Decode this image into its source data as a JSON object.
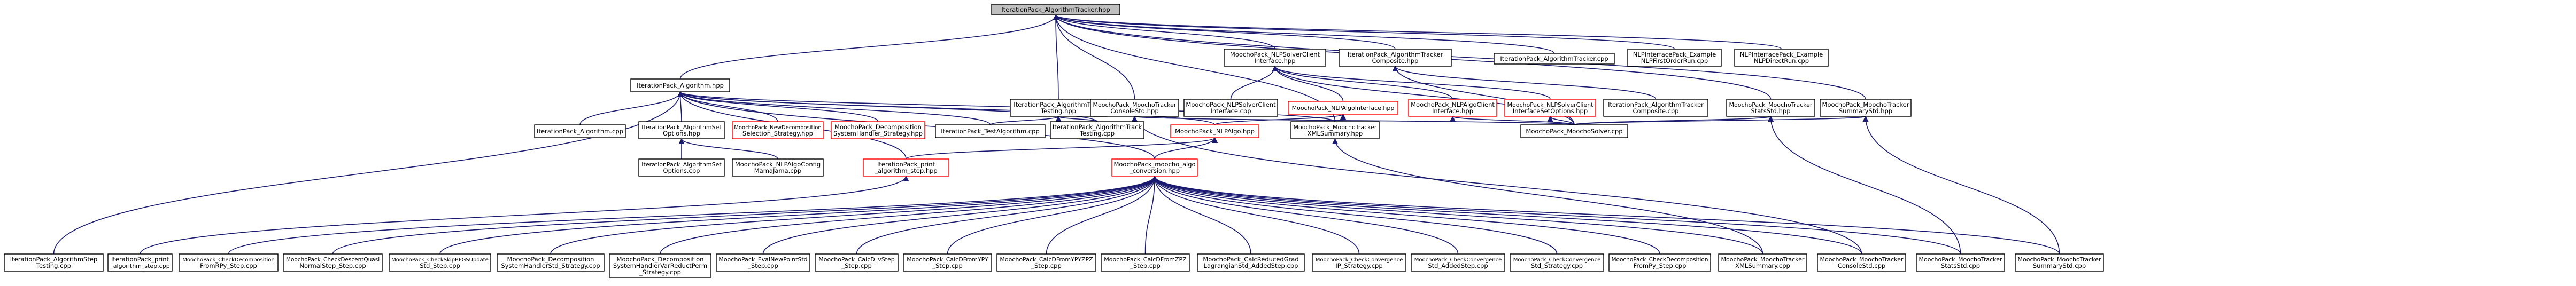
{
  "graph": {
    "colors": {
      "edge": "#191970",
      "box_border": "#000000",
      "red_border": "#ff0000",
      "root_fill": "#bfbfbf"
    },
    "nodes": [
      {
        "id": "root",
        "style": "root",
        "lines": [
          "IterationPack_AlgorithmTracker.hpp"
        ]
      },
      {
        "id": "alg_hpp",
        "style": "normal",
        "lines": [
          "IterationPack_Algorithm.hpp"
        ]
      },
      {
        "id": "nlpsolver_iface",
        "style": "normal",
        "lines": [
          "MoochoPack_NLPSolverClient",
          "Interface.hpp"
        ]
      },
      {
        "id": "track_composite_hpp",
        "style": "normal",
        "lines": [
          "IterationPack_AlgorithmTracker",
          "Composite.hpp"
        ]
      },
      {
        "id": "alg_tracker_cpp",
        "style": "normal",
        "lines": [
          "IterationPack_AlgorithmTracker.cpp"
        ]
      },
      {
        "id": "nlp_first_deriv",
        "style": "normal",
        "lines": [
          "NLPInterfacePack_Example",
          "NLPFirstOrderRun.cpp"
        ]
      },
      {
        "id": "nlp_direct",
        "style": "normal",
        "lines": [
          "NLPInterfacePack_Example",
          "NLPDirectRun.cpp"
        ]
      },
      {
        "id": "track_testing_hpp",
        "style": "normal",
        "lines": [
          "IterationPack_AlgorithmTrack",
          "Testing.hpp"
        ]
      },
      {
        "id": "console_std_hpp",
        "style": "normal",
        "lines": [
          "MoochoPack_MoochoTracker",
          "ConsoleStd.hpp"
        ]
      },
      {
        "id": "nlpsolver_iface_cpp",
        "style": "normal",
        "lines": [
          "MoochoPack_NLPSolverClient",
          "Interface.cpp"
        ]
      },
      {
        "id": "nlpalg_iface_hpp",
        "style": "red",
        "lines": [
          "MoochoPack_NLPAlgoInterface.hpp"
        ]
      },
      {
        "id": "nlpalgo_iface_hpp",
        "style": "red",
        "lines": [
          "MoochoPack_NLPAlgoClient",
          "Interface.hpp"
        ]
      },
      {
        "id": "nlpsolver_setopts_hpp",
        "style": "red",
        "lines": [
          "MoochoPack_NLPSolverClient",
          "InterfaceSetOptions.hpp"
        ]
      },
      {
        "id": "track_composite_cpp",
        "style": "normal",
        "lines": [
          "IterationPack_AlgorithmTracker",
          "Composite.cpp"
        ]
      },
      {
        "id": "stats_std_hpp",
        "style": "normal",
        "lines": [
          "MoochoPack_MoochoTracker",
          "StatsStd.hpp"
        ]
      },
      {
        "id": "summary_std_hpp",
        "style": "normal",
        "lines": [
          "MoochoPack_MoochoTracker",
          "SummaryStd.hpp"
        ]
      },
      {
        "id": "alg_cpp",
        "style": "normal",
        "lines": [
          "IterationPack_Algorithm.cpp"
        ]
      },
      {
        "id": "set_options_hpp",
        "style": "normal",
        "lines": [
          "IterationPack_AlgorithmSet",
          "Options.hpp"
        ]
      },
      {
        "id": "new_decomp",
        "style": "red",
        "lines": [
          "MoochoPack_NewDecomposition",
          "Selection_Strategy.hpp"
        ]
      },
      {
        "id": "decomp_sys",
        "style": "red",
        "lines": [
          "MoochoPack_Decomposition",
          "SystemHandler_Strategy.hpp"
        ]
      },
      {
        "id": "test_alg_cpp",
        "style": "normal",
        "lines": [
          "IterationPack_TestAlgorithm.cpp"
        ]
      },
      {
        "id": "track_testing_cpp",
        "style": "normal",
        "lines": [
          "IterationPack_AlgorithmTrack",
          "Testing.cpp"
        ]
      },
      {
        "id": "nlpalgo_hpp",
        "style": "red",
        "lines": [
          "MoochoPack_NLPAlgo.hpp"
        ]
      },
      {
        "id": "xml_summary_hpp",
        "style": "normal",
        "lines": [
          "MoochoPack_MoochoTracker",
          "XMLSummary.hpp"
        ]
      },
      {
        "id": "moocho_solver_cpp",
        "style": "normal",
        "lines": [
          "MoochoPack_MoochoSolver.cpp"
        ]
      },
      {
        "id": "set_options_cpp",
        "style": "normal",
        "lines": [
          "IterationPack_AlgorithmSet",
          "Options.cpp"
        ]
      },
      {
        "id": "nlpalgo_config",
        "style": "normal",
        "lines": [
          "MoochoPack_NLPAlgoConfig",
          "MamaJama.cpp"
        ]
      },
      {
        "id": "print_step_hpp",
        "style": "red",
        "lines": [
          "IterationPack_print",
          "_algorithm_step.hpp"
        ]
      },
      {
        "id": "algo_conv_hpp",
        "style": "red",
        "lines": [
          "MoochoPack_moocho_algo",
          "_conversion.hpp"
        ]
      },
      {
        "id": "b1",
        "style": "normal",
        "lines": [
          "IterationPack_AlgorithmStep",
          "Testing.cpp"
        ]
      },
      {
        "id": "b2",
        "style": "normal",
        "lines": [
          "IterationPack_print",
          "_algorithm_step.cpp"
        ]
      },
      {
        "id": "b3",
        "style": "normal",
        "lines": [
          "MoochoPack_CheckDecomposition",
          "FromRPy_Step.cpp"
        ]
      },
      {
        "id": "b4",
        "style": "normal",
        "lines": [
          "MoochoPack_CheckDescentQuasi",
          "NormalStep_Step.cpp"
        ]
      },
      {
        "id": "b5",
        "style": "normal",
        "lines": [
          "MoochoPack_CheckSkipBFGSUpdate",
          "Std_Step.cpp"
        ]
      },
      {
        "id": "b6",
        "style": "normal",
        "lines": [
          "MoochoPack_Decomposition",
          "SystemHandlerStd_Strategy.cpp"
        ]
      },
      {
        "id": "b7",
        "style": "normal",
        "lines": [
          "MoochoPack_Decomposition",
          "SystemHandlerVarReductPerm",
          "_Strategy.cpp"
        ]
      },
      {
        "id": "b8",
        "style": "normal",
        "lines": [
          "MoochoPack_EvalNewPointStd",
          "_Step.cpp"
        ]
      },
      {
        "id": "b9",
        "style": "normal",
        "lines": [
          "MoochoPack_CalcD_vStep",
          "_Step.cpp"
        ]
      },
      {
        "id": "b10",
        "style": "normal",
        "lines": [
          "MoochoPack_CalcDFromYPY",
          "_Step.cpp"
        ]
      },
      {
        "id": "b11",
        "style": "normal",
        "lines": [
          "MoochoPack_CalcDFromYPYZPZ",
          "_Step.cpp"
        ]
      },
      {
        "id": "b12",
        "style": "normal",
        "lines": [
          "MoochoPack_CalcDFromZPZ",
          "_Step.cpp"
        ]
      },
      {
        "id": "b13",
        "style": "normal",
        "lines": [
          "MoochoPack_CalcReducedGrad",
          "LagrangianStd_AddedStep.cpp"
        ]
      },
      {
        "id": "b14",
        "style": "normal",
        "lines": [
          "MoochoPack_CheckConvergence",
          "IP_Strategy.cpp"
        ]
      },
      {
        "id": "b15",
        "style": "normal",
        "lines": [
          "MoochoPack_CheckConvergence",
          "Std_AddedStep.cpp"
        ]
      },
      {
        "id": "b16",
        "style": "normal",
        "lines": [
          "MoochoPack_CheckConvergence",
          "Std_Strategy.cpp"
        ]
      },
      {
        "id": "b17",
        "style": "normal",
        "lines": [
          "MoochoPack_CheckDecomposition",
          "FromPy_Step.cpp"
        ]
      },
      {
        "id": "b18",
        "style": "normal",
        "lines": [
          "MoochoPack_MoochoTracker",
          "XMLSummary.cpp"
        ]
      },
      {
        "id": "b19",
        "style": "normal",
        "lines": [
          "MoochoPack_MoochoTracker",
          "ConsoleStd.cpp"
        ]
      },
      {
        "id": "b20",
        "style": "normal",
        "lines": [
          "MoochoPack_MoochoTracker",
          "StatsStd.cpp"
        ]
      },
      {
        "id": "b21",
        "style": "normal",
        "lines": [
          "MoochoPack_MoochoTracker",
          "SummaryStd.cpp"
        ]
      }
    ],
    "edges": [
      [
        "root",
        "alg_hpp"
      ],
      [
        "root",
        "nlpsolver_iface"
      ],
      [
        "root",
        "track_composite_hpp"
      ],
      [
        "root",
        "alg_tracker_cpp"
      ],
      [
        "root",
        "nlp_first_deriv"
      ],
      [
        "root",
        "nlp_direct"
      ],
      [
        "root",
        "track_testing_hpp"
      ],
      [
        "root",
        "console_std_hpp"
      ],
      [
        "root",
        "stats_std_hpp"
      ],
      [
        "root",
        "summary_std_hpp"
      ],
      [
        "root",
        "xml_summary_hpp"
      ],
      [
        "nlpsolver_iface",
        "nlpsolver_iface_cpp"
      ],
      [
        "nlpsolver_iface",
        "nlpalg_iface_hpp"
      ],
      [
        "nlpsolver_iface",
        "nlpalgo_iface_hpp"
      ],
      [
        "nlpsolver_iface",
        "nlpsolver_setopts_hpp"
      ],
      [
        "nlpsolver_iface",
        "moocho_solver_cpp"
      ],
      [
        "track_composite_hpp",
        "track_composite_cpp"
      ],
      [
        "track_composite_hpp",
        "moocho_solver_cpp"
      ],
      [
        "track_testing_hpp",
        "test_alg_cpp"
      ],
      [
        "track_testing_hpp",
        "track_testing_cpp"
      ],
      [
        "console_std_hpp",
        "moocho_solver_cpp"
      ],
      [
        "console_std_hpp",
        "b19"
      ],
      [
        "nlpalg_iface_hpp",
        "nlpalgo_hpp"
      ],
      [
        "nlpalgo_iface_hpp",
        "moocho_solver_cpp"
      ],
      [
        "nlpsolver_setopts_hpp",
        "moocho_solver_cpp"
      ],
      [
        "stats_std_hpp",
        "moocho_solver_cpp"
      ],
      [
        "stats_std_hpp",
        "b20"
      ],
      [
        "summary_std_hpp",
        "moocho_solver_cpp"
      ],
      [
        "summary_std_hpp",
        "b21"
      ],
      [
        "alg_hpp",
        "alg_cpp"
      ],
      [
        "alg_hpp",
        "set_options_hpp"
      ],
      [
        "alg_hpp",
        "new_decomp"
      ],
      [
        "alg_hpp",
        "decomp_sys"
      ],
      [
        "alg_hpp",
        "test_alg_cpp"
      ],
      [
        "alg_hpp",
        "track_testing_cpp"
      ],
      [
        "alg_hpp",
        "nlpalgo_hpp"
      ],
      [
        "alg_hpp",
        "xml_summary_hpp"
      ],
      [
        "alg_hpp",
        "print_step_hpp"
      ],
      [
        "alg_hpp",
        "algo_conv_hpp"
      ],
      [
        "alg_hpp",
        "b1"
      ],
      [
        "set_options_hpp",
        "set_options_cpp"
      ],
      [
        "set_options_hpp",
        "nlpalgo_config"
      ],
      [
        "nlpalgo_hpp",
        "print_step_hpp"
      ],
      [
        "nlpalgo_hpp",
        "algo_conv_hpp"
      ],
      [
        "xml_summary_hpp",
        "b18"
      ],
      [
        "print_step_hpp",
        "b2"
      ],
      [
        "algo_conv_hpp",
        "b3"
      ],
      [
        "algo_conv_hpp",
        "b4"
      ],
      [
        "algo_conv_hpp",
        "b5"
      ],
      [
        "algo_conv_hpp",
        "b6"
      ],
      [
        "algo_conv_hpp",
        "b7"
      ],
      [
        "algo_conv_hpp",
        "b8"
      ],
      [
        "algo_conv_hpp",
        "b9"
      ],
      [
        "algo_conv_hpp",
        "b10"
      ],
      [
        "algo_conv_hpp",
        "b11"
      ],
      [
        "algo_conv_hpp",
        "b12"
      ],
      [
        "algo_conv_hpp",
        "b13"
      ],
      [
        "algo_conv_hpp",
        "b14"
      ],
      [
        "algo_conv_hpp",
        "b15"
      ],
      [
        "algo_conv_hpp",
        "b16"
      ],
      [
        "algo_conv_hpp",
        "b17"
      ],
      [
        "algo_conv_hpp",
        "b18"
      ],
      [
        "algo_conv_hpp",
        "b19"
      ],
      [
        "algo_conv_hpp",
        "b20"
      ],
      [
        "algo_conv_hpp",
        "b21"
      ]
    ]
  }
}
